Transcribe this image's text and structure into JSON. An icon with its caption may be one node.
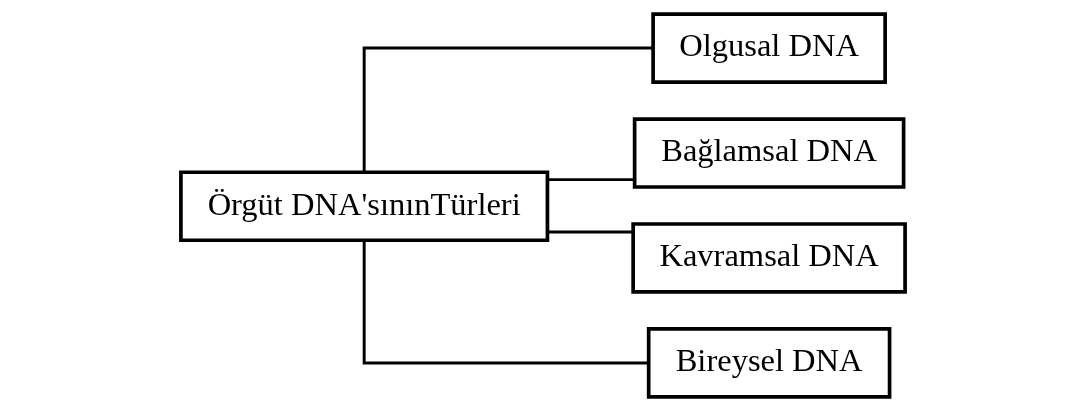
{
  "diagram": {
    "nodes": [
      {
        "text": [
          "Örgüt DNA'sınınTürleri"
        ]
      },
      {
        "text": [
          "Olgusal DNA"
        ]
      },
      {
        "text": [
          "Bağlamsal DNA"
        ]
      },
      {
        "text": [
          "Kavramsal DNA"
        ]
      },
      {
        "text": [
          "Bireysel DNA"
        ]
      }
    ],
    "edges": [
      {
        "from": 0,
        "to": 1,
        "arrow": "none"
      },
      {
        "from": 0,
        "to": 2,
        "arrow": "none"
      },
      {
        "from": 0,
        "to": 3,
        "arrow": "none"
      },
      {
        "from": 0,
        "to": 4,
        "arrow": "none"
      }
    ]
  }
}
